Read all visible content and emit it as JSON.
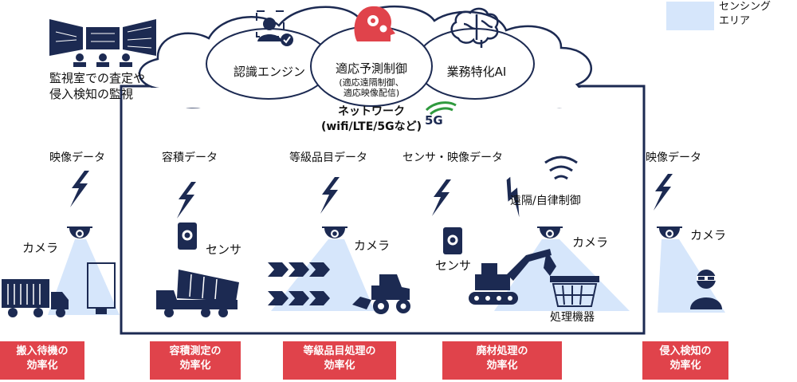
{
  "legend": {
    "label_line1": "センシング",
    "label_line2": "エリア"
  },
  "monitoring": {
    "line1": "監視室での査定や",
    "line2": "侵入検知の監視"
  },
  "cloud": {
    "recognition": "認識エンジン",
    "predictive": "適応予測制御",
    "predictive_sub1": "(適応遠隔制御、",
    "predictive_sub2": "適応映像配信)",
    "business_ai": "業務特化AI"
  },
  "network": {
    "line1": "ネットワーク",
    "line2": "(wifi/LTE/5Gなど)",
    "logo": "5G"
  },
  "data_labels": {
    "video_left": "映像データ",
    "volume": "容積データ",
    "grade": "等級品目データ",
    "sensor_video": "センサ・映像データ",
    "video_right": "映像データ"
  },
  "device_labels": {
    "camera_left": "カメラ",
    "sensor_volume": "センサ",
    "camera_grade": "カメラ",
    "sensor_waste": "センサ",
    "remote": "遠隔/自律制御",
    "camera_waste": "カメラ",
    "processor": "処理機器",
    "camera_right": "カメラ"
  },
  "badges": [
    {
      "line1": "搬入待機の",
      "line2": "効率化"
    },
    {
      "line1": "容積測定の",
      "line2": "効率化"
    },
    {
      "line1": "等級品目処理の",
      "line2": "効率化"
    },
    {
      "line1": "廃材処理の",
      "line2": "効率化"
    },
    {
      "line1": "侵入検知の",
      "line2": "効率化"
    }
  ],
  "colors": {
    "navy": "#1c2a52",
    "accent_red": "#e0434b",
    "sensing_area": "#d6e6fb",
    "logo_green": "#2f9a3e"
  },
  "icons": [
    "monitor-room-icon",
    "face-check-icon",
    "gear-head-icon",
    "brain-icon",
    "lightning-icon",
    "camera-icon",
    "sensor-icon",
    "signal-icon",
    "truck-icon",
    "dump-truck-icon",
    "arrow-icon",
    "loader-icon",
    "excavator-icon",
    "basket-icon",
    "intruder-icon",
    "door-icon"
  ]
}
